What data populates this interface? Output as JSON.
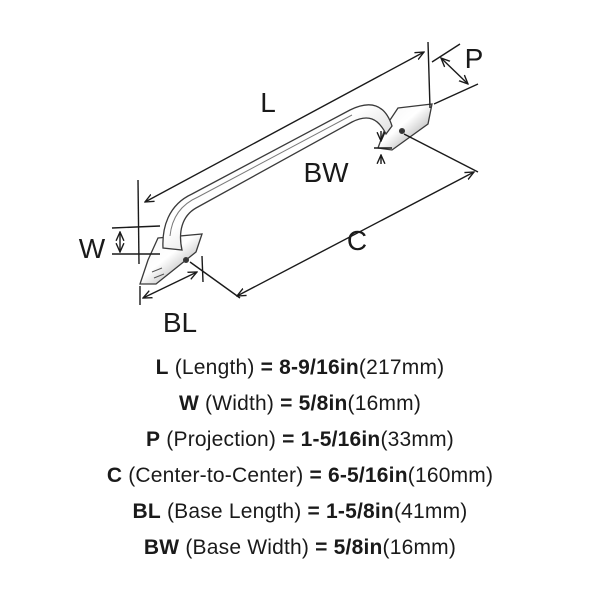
{
  "diagram": {
    "labels": {
      "L": "L",
      "P": "P",
      "BW": "BW",
      "W": "W",
      "C": "C",
      "BL": "BL"
    }
  },
  "specs": [
    {
      "abbr": "L",
      "name": "(Length)",
      "imperial": "8-9/16in",
      "metric": "(217mm)"
    },
    {
      "abbr": "W",
      "name": "(Width)",
      "imperial": "5/8in",
      "metric": "(16mm)"
    },
    {
      "abbr": "P",
      "name": "(Projection)",
      "imperial": "1-5/16in",
      "metric": "(33mm)"
    },
    {
      "abbr": "C",
      "name": "(Center-to-Center)",
      "imperial": "6-5/16in",
      "metric": "(160mm)"
    },
    {
      "abbr": "BL",
      "name": "(Base Length)",
      "imperial": "1-5/8in",
      "metric": "(41mm)"
    },
    {
      "abbr": "BW",
      "name": "(Base Width)",
      "imperial": "5/8in",
      "metric": "(16mm)"
    }
  ]
}
